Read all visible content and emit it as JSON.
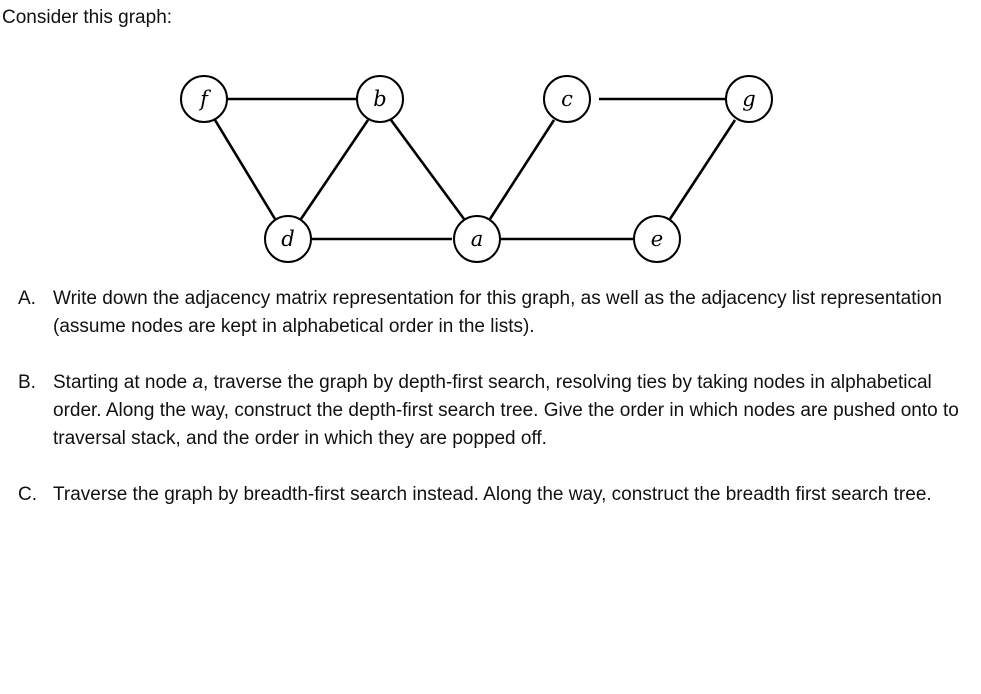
{
  "intro": "Consider this graph:",
  "graph": {
    "nodes": [
      "f",
      "b",
      "c",
      "g",
      "d",
      "a",
      "e"
    ],
    "edges": [
      [
        "f",
        "b"
      ],
      [
        "f",
        "d"
      ],
      [
        "b",
        "d"
      ],
      [
        "b",
        "a"
      ],
      [
        "c",
        "a"
      ],
      [
        "c",
        "g"
      ],
      [
        "g",
        "e"
      ],
      [
        "d",
        "a"
      ],
      [
        "a",
        "e"
      ]
    ]
  },
  "questions": [
    {
      "letter": "A.",
      "text": "Write down the adjacency matrix representation for this graph, as well as the adjacency list representation (assume nodes are kept in alphabetical order in the lists)."
    },
    {
      "letter": "B.",
      "text_before": "Starting at node ",
      "emph": "a",
      "text_after": ", traverse the graph by depth-first search, resolving ties by taking nodes in alphabetical order. Along the way, construct the depth-first search tree. Give the order in which nodes are pushed onto to traversal stack, and the order in which they are popped off."
    },
    {
      "letter": "C.",
      "text": "Traverse the graph by breadth-first search instead. Along the way, construct the breadth first search tree."
    }
  ]
}
